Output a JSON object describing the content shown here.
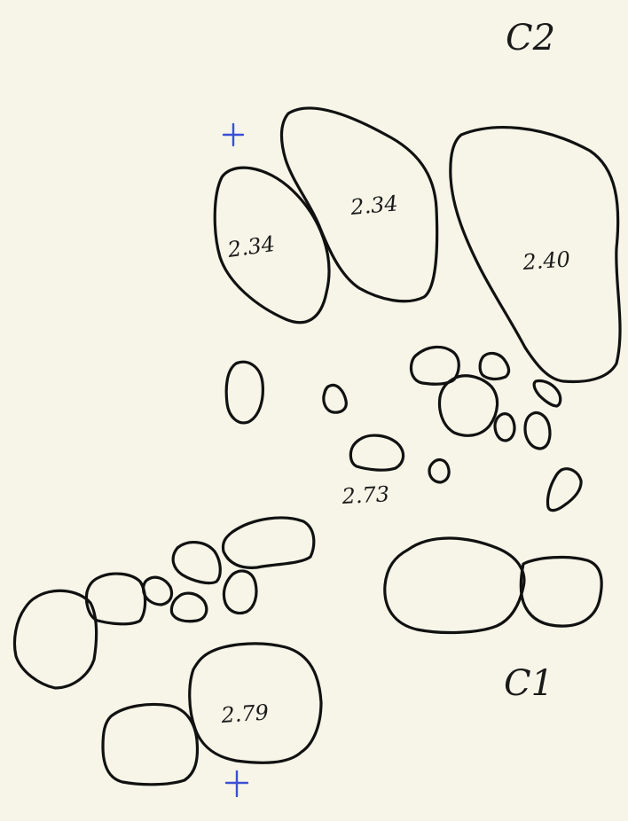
{
  "corner_labels": {
    "top_right": "C2",
    "bottom_right": "C1"
  },
  "crystal_values": {
    "left_top": "2.34",
    "middle_top": "2.34",
    "right_top": "2.40",
    "center": "2.73",
    "bottom_left": "2.79"
  },
  "colors": {
    "paper": "#f6f5e8",
    "ink": "#111111",
    "reference_marker": "#3b4fd6"
  }
}
